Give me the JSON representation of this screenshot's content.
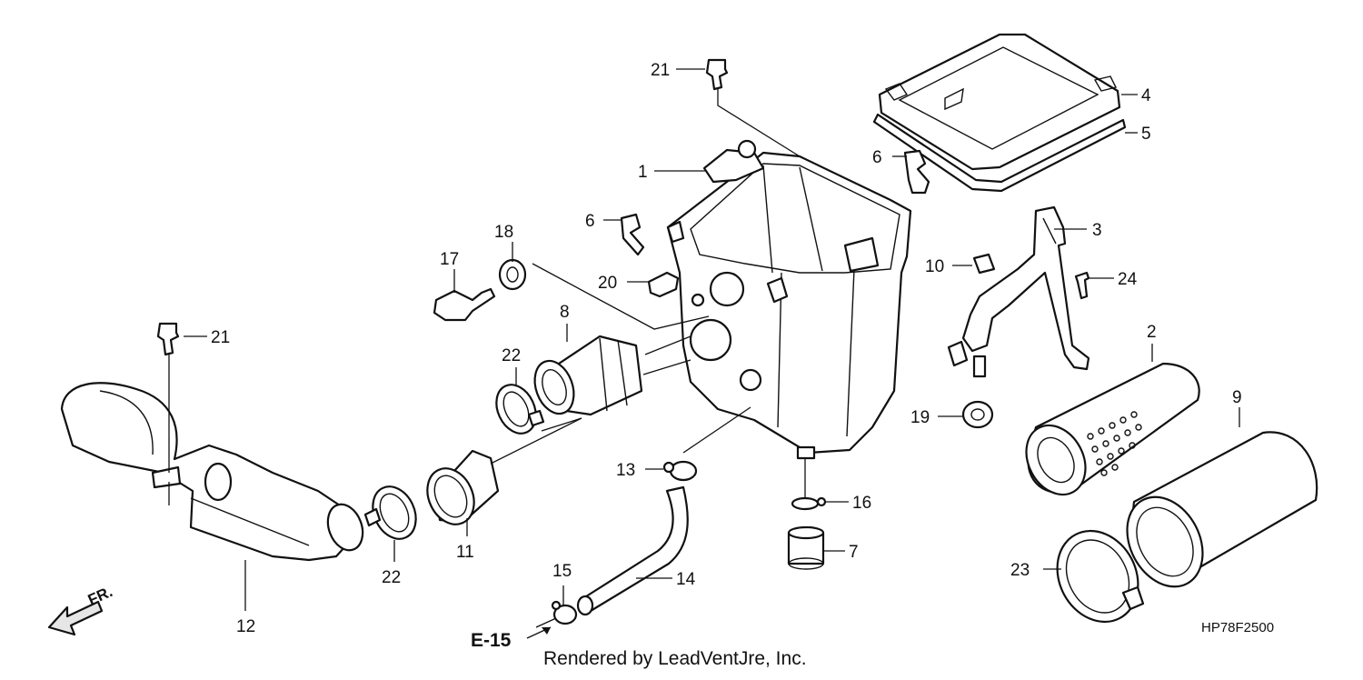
{
  "diagram": {
    "code": "HP78F2500",
    "credit": "Rendered by LeadVentJre, Inc.",
    "ref_tag": "E-15",
    "direction": "FR.",
    "callouts": [
      {
        "id": "c21a",
        "text": "21"
      },
      {
        "id": "c4",
        "text": "4"
      },
      {
        "id": "c5",
        "text": "5"
      },
      {
        "id": "c1",
        "text": "1"
      },
      {
        "id": "c6a",
        "text": "6"
      },
      {
        "id": "c6b",
        "text": "6"
      },
      {
        "id": "c3",
        "text": "3"
      },
      {
        "id": "c10",
        "text": "10"
      },
      {
        "id": "c24",
        "text": "24"
      },
      {
        "id": "c18",
        "text": "18"
      },
      {
        "id": "c17",
        "text": "17"
      },
      {
        "id": "c20",
        "text": "20"
      },
      {
        "id": "c8",
        "text": "8"
      },
      {
        "id": "c21b",
        "text": "21"
      },
      {
        "id": "c22a",
        "text": "22"
      },
      {
        "id": "c2",
        "text": "2"
      },
      {
        "id": "c9",
        "text": "9"
      },
      {
        "id": "c19",
        "text": "19"
      },
      {
        "id": "c13",
        "text": "13"
      },
      {
        "id": "c16",
        "text": "16"
      },
      {
        "id": "c7",
        "text": "7"
      },
      {
        "id": "c14",
        "text": "14"
      },
      {
        "id": "c15",
        "text": "15"
      },
      {
        "id": "c11",
        "text": "11"
      },
      {
        "id": "c22b",
        "text": "22"
      },
      {
        "id": "c12",
        "text": "12"
      },
      {
        "id": "c23",
        "text": "23"
      }
    ]
  }
}
